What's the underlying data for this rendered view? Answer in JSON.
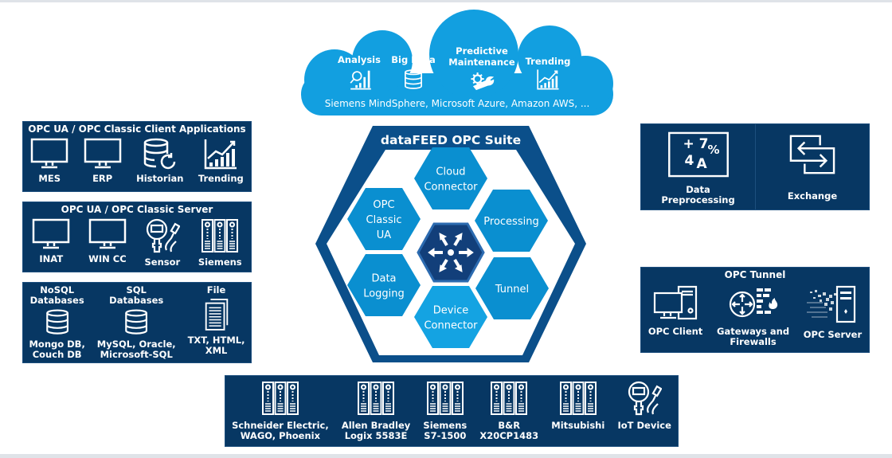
{
  "colors": {
    "panel": "#073763",
    "cloud": "#129fe0",
    "hex": "#0a90d2",
    "hex_frame": "#0b4f8a",
    "center_hex": "#123f7a"
  },
  "cloud": {
    "items": [
      {
        "label": "Analysis",
        "icon": "analysis-icon"
      },
      {
        "label": "Big Data",
        "icon": "database-icon"
      },
      {
        "label": "Predictive\nMaintenance",
        "icon": "gear-wrench-icon"
      },
      {
        "label": "Trending",
        "icon": "trending-chart-icon"
      }
    ],
    "providers": "Siemens MindSphere, Microsoft Azure, Amazon AWS, ..."
  },
  "suite": {
    "title": "dataFEED OPC Suite",
    "modules": [
      {
        "line1": "Cloud",
        "line2": "Connector"
      },
      {
        "line1": "OPC",
        "line2": "Classic",
        "line3": "UA"
      },
      {
        "line1": "Processing"
      },
      {
        "line1": "Data",
        "line2": "Logging"
      },
      {
        "line1": "Tunnel"
      },
      {
        "line1": "Device",
        "line2": "Connector"
      }
    ],
    "center_icon": "arrows-distribute-icon"
  },
  "left": {
    "clients": {
      "title": "OPC UA / OPC Classic Client Applications",
      "items": [
        {
          "label": "MES",
          "icon": "monitor-icon"
        },
        {
          "label": "ERP",
          "icon": "monitor-icon"
        },
        {
          "label": "Historian",
          "icon": "historian-icon"
        },
        {
          "label": "Trending",
          "icon": "trending-chart-icon"
        }
      ]
    },
    "servers": {
      "title": "OPC UA / OPC Classic Server",
      "items": [
        {
          "label": "INAT",
          "icon": "monitor-icon"
        },
        {
          "label": "WIN CC",
          "icon": "monitor-icon"
        },
        {
          "label": "Sensor",
          "icon": "sensor-icon"
        },
        {
          "label": "Siemens",
          "icon": "plc-rack-icon"
        }
      ]
    },
    "storage": {
      "items": [
        {
          "heading": "NoSQL\nDatabases",
          "label": "Mongo DB,\nCouch DB",
          "icon": "database-icon"
        },
        {
          "heading": "SQL\nDatabases",
          "label": "MySQL, Oracle,\nMicrosoft-SQL",
          "icon": "database-icon"
        },
        {
          "heading": "File",
          "label": "TXT, HTML,\nXML",
          "icon": "file-icon"
        }
      ]
    }
  },
  "right": {
    "processing": {
      "items": [
        {
          "label": "Data\nPreprocessing",
          "icon": "preprocessing-icon",
          "icon_text": [
            "+ 7",
            "%",
            "4",
            "A"
          ]
        },
        {
          "label": "Exchange",
          "icon": "exchange-icon"
        }
      ]
    },
    "tunnel": {
      "title": "OPC Tunnel",
      "items": [
        {
          "label": "OPC Client",
          "icon": "pc-icon"
        },
        {
          "label": "Gateways and\nFirewalls",
          "icon": "gateway-firewall-icon"
        },
        {
          "label": "OPC Server",
          "icon": "server-icon"
        }
      ]
    }
  },
  "devices": {
    "items": [
      {
        "label": "Schneider Electric,\nWAGO, Phoenix",
        "icon": "plc-rack-icon"
      },
      {
        "label": "Allen Bradley\nLogix 5583E",
        "icon": "plc-rack-icon"
      },
      {
        "label": "Siemens\nS7-1500",
        "icon": "plc-rack-icon"
      },
      {
        "label": "B&R\nX20CP1483",
        "icon": "plc-rack-icon"
      },
      {
        "label": "Mitsubishi",
        "icon": "plc-rack-icon"
      },
      {
        "label": "IoT Device",
        "icon": "sensor-icon"
      }
    ]
  }
}
